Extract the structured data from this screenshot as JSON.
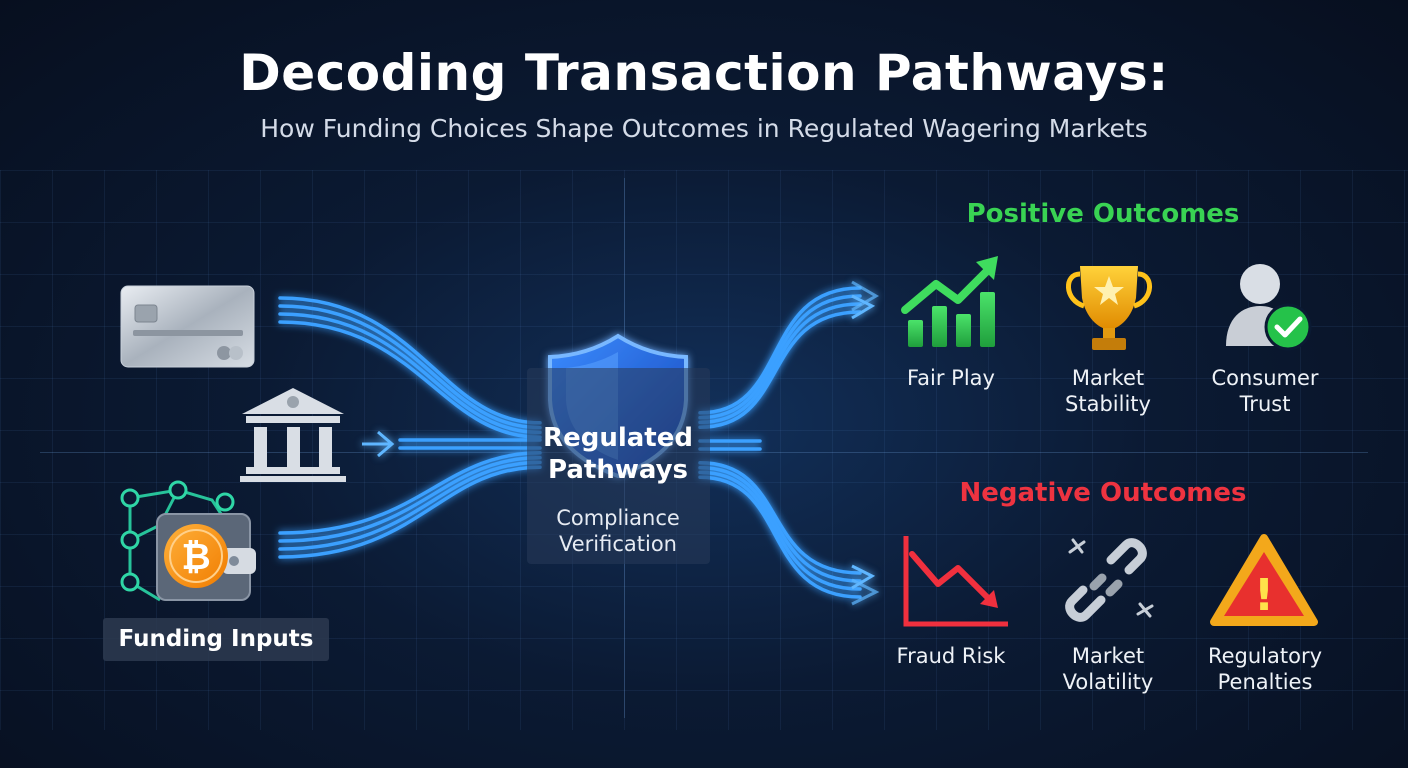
{
  "title": "Decoding Transaction Pathways:",
  "subtitle": "How Funding Choices Shape Outcomes in Regulated Wagering Markets",
  "inputs": {
    "label": "Funding Inputs",
    "items": [
      {
        "icon": "credit-card-icon"
      },
      {
        "icon": "bank-icon"
      },
      {
        "icon": "crypto-wallet-icon",
        "glyph": "₿"
      }
    ]
  },
  "center": {
    "icon": "shield-icon",
    "title_line1": "Regulated",
    "title_line2": "Pathways",
    "sub_line1": "Compliance",
    "sub_line2": "Verification"
  },
  "positive": {
    "title": "Positive Outcomes",
    "color": "#39d353",
    "items": [
      {
        "icon": "growth-chart-icon",
        "line1": "Fair Play",
        "line2": ""
      },
      {
        "icon": "trophy-icon",
        "line1": "Market",
        "line2": "Stability"
      },
      {
        "icon": "verified-user-icon",
        "line1": "Consumer",
        "line2": "Trust"
      }
    ]
  },
  "negative": {
    "title": "Negative Outcomes",
    "color": "#ee3340",
    "items": [
      {
        "icon": "declining-chart-icon",
        "line1": "Fraud Risk",
        "line2": ""
      },
      {
        "icon": "broken-chain-icon",
        "line1": "Market",
        "line2": "Volatility"
      },
      {
        "icon": "warning-icon",
        "glyph": "!",
        "line1": "Regulatory",
        "line2": "Penalties"
      }
    ]
  },
  "colors": {
    "flow": "#3aa0ff",
    "flow_glow": "#1e6fe0",
    "background": "#0b1a33"
  }
}
